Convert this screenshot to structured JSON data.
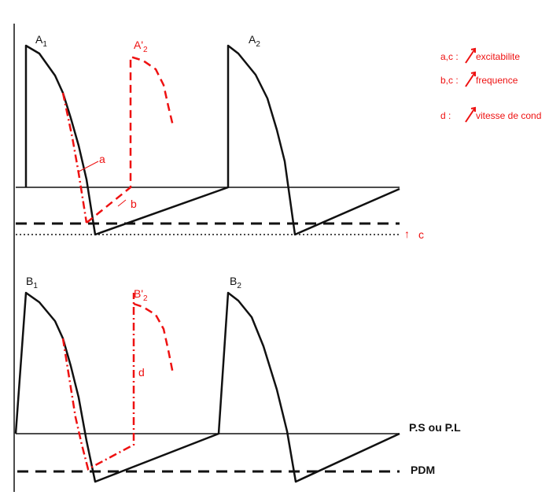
{
  "colors": {
    "black": "#111111",
    "red": "#ee1111"
  },
  "top": {
    "label_a1": "A",
    "label_a1_sub": "1",
    "label_a2_prime": "A'",
    "label_a2_prime_sub": "2",
    "label_a2": "A",
    "label_a2_sub": "2",
    "mark_a": "a",
    "mark_b": "b",
    "mark_c": "c",
    "arrow_symbol": "↑"
  },
  "bottom": {
    "label_b1": "B",
    "label_b1_sub": "1",
    "label_b2_prime": "B'",
    "label_b2_prime_sub": "2",
    "label_b2": "B",
    "label_b2_sub": "2",
    "mark_d": "d",
    "ps_label": "P.S ou P.L",
    "pdm_label": "PDM"
  },
  "legend": {
    "row1_key": "a,c :",
    "row1_text": "excitabilite",
    "row2_key": "b,c :",
    "row2_text": "frequence",
    "row3_key": "d :",
    "row3_text": "vitesse de cond"
  }
}
